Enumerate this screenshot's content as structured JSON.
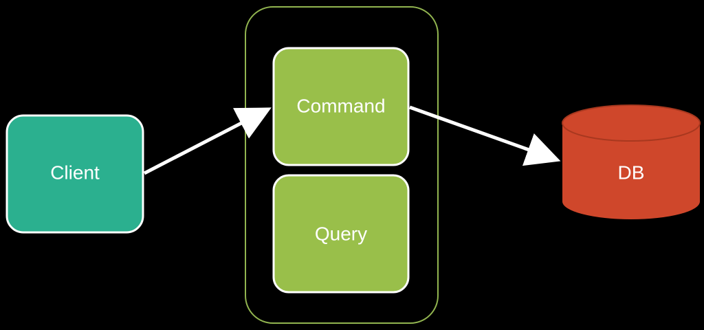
{
  "diagram": {
    "client": {
      "label": "Client",
      "fill": "#2bb08f"
    },
    "command": {
      "label": "Command",
      "fill": "#99bf4a"
    },
    "query": {
      "label": "Query",
      "fill": "#99bf4a"
    },
    "db": {
      "label": "DB",
      "fill": "#cf472b"
    },
    "group_border_color": "#92b550",
    "box_border_color": "#ffffff",
    "arrow_color": "#ffffff",
    "background": "#000000"
  }
}
